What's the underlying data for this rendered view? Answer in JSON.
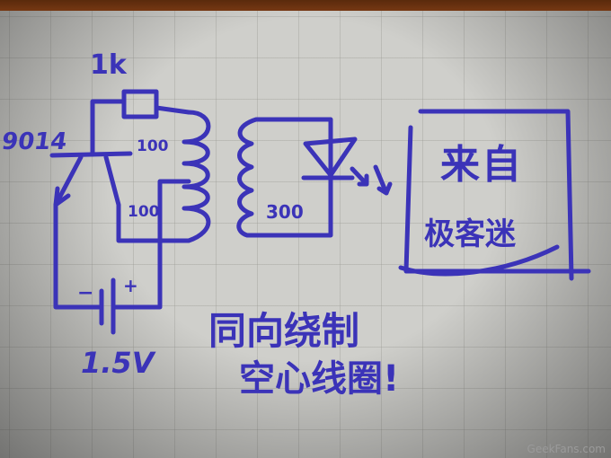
{
  "circuit": {
    "resistor_label": "1k",
    "transistor_label": "9014",
    "primary_turns_label": "100",
    "feedback_turns_label": "100",
    "secondary_turns_label": "300",
    "battery_minus": "−",
    "battery_plus": "+",
    "battery_label": "1.5V"
  },
  "box": {
    "line1": "来自",
    "line2": "极客迷"
  },
  "notes": {
    "line1": "同向绕制",
    "line2": "空心线圈!"
  },
  "watermark": "GeekFans.com",
  "colors": {
    "ink": "#3b33b8",
    "paper": "#cfcfcb",
    "desk": "#7a3a14"
  }
}
